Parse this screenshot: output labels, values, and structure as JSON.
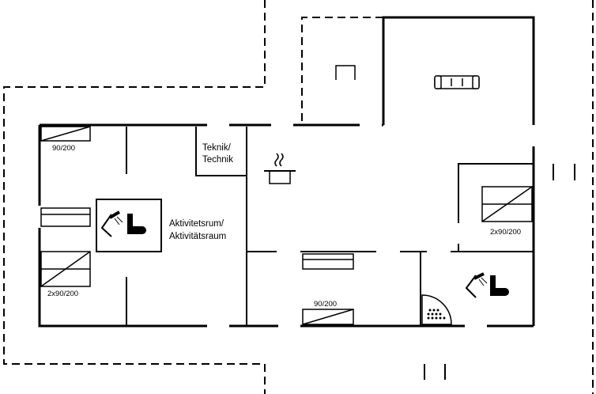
{
  "colors": {
    "line": "#000000",
    "background": "#ffffff"
  },
  "rooms": {
    "technik": [
      "Teknik/",
      "Technik"
    ],
    "aktivitet": [
      "Aktivitetsrum/",
      "Aktivitätsraum"
    ]
  },
  "beds": {
    "top_left": "90/200",
    "bottom_left": "2x90/200",
    "right": "2x90/200",
    "middle": "90/200"
  },
  "icons": [
    "bed-icon",
    "shower-icon",
    "toilet-icon",
    "cooking-pot-icon",
    "sofa-icon",
    "chair-icon",
    "stove-icon"
  ]
}
